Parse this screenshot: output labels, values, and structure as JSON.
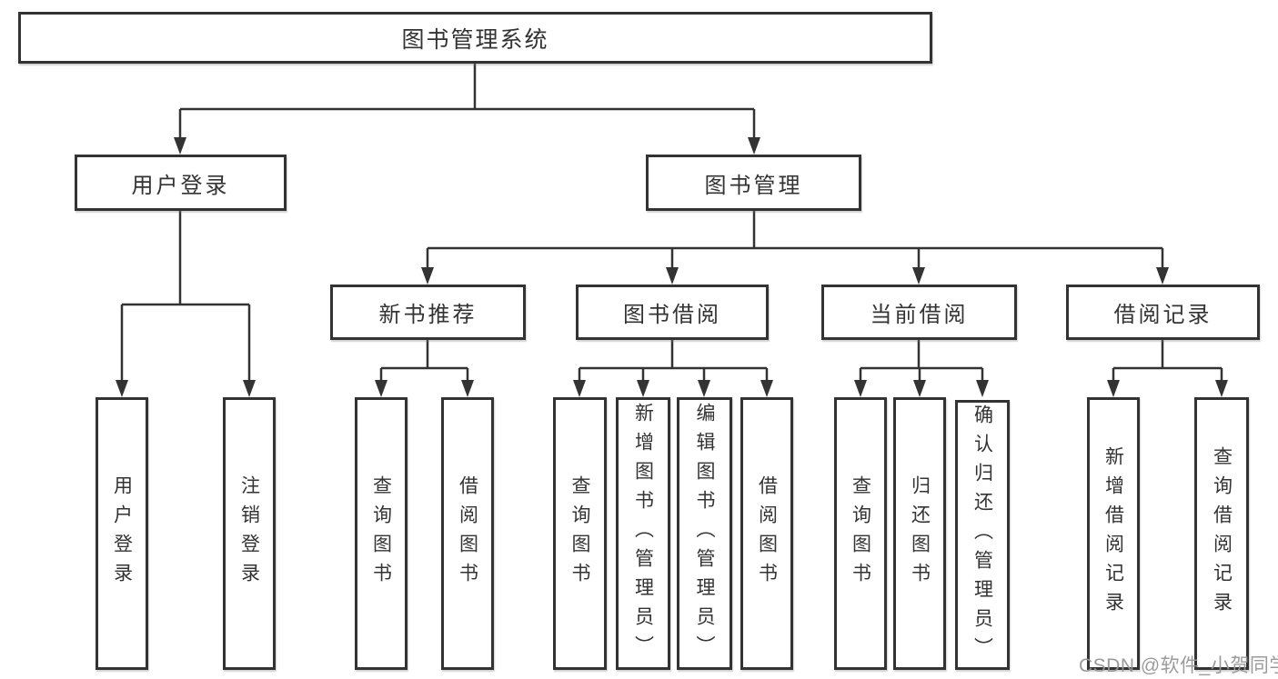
{
  "tree": {
    "root": {
      "label": "图书管理系统",
      "children": [
        {
          "label": "用户登录",
          "children": [
            {
              "label": "用户登录"
            },
            {
              "label": "注销登录"
            }
          ]
        },
        {
          "label": "图书管理",
          "children": [
            {
              "label": "新书推荐",
              "children": [
                {
                  "label": "查询图书"
                },
                {
                  "label": "借阅图书"
                }
              ]
            },
            {
              "label": "图书借阅",
              "children": [
                {
                  "label": "查询图书"
                },
                {
                  "label": "新增图书（管理员）"
                },
                {
                  "label": "编辑图书（管理员）"
                },
                {
                  "label": "借阅图书"
                }
              ]
            },
            {
              "label": "当前借阅",
              "children": [
                {
                  "label": "查询图书"
                },
                {
                  "label": "归还图书"
                },
                {
                  "label": "确认归还（管理员）"
                }
              ]
            },
            {
              "label": "借阅记录",
              "children": [
                {
                  "label": "新增借阅记录"
                },
                {
                  "label": "查询借阅记录"
                }
              ]
            }
          ]
        }
      ]
    }
  },
  "watermark": {
    "text": "CSDN @软件_小贺同学"
  },
  "colors": {
    "line": "#333333",
    "box_border": "#333333",
    "box_fill": "#ffffff",
    "text": "#333333",
    "watermark": "#969696",
    "background": "#ffffff"
  }
}
